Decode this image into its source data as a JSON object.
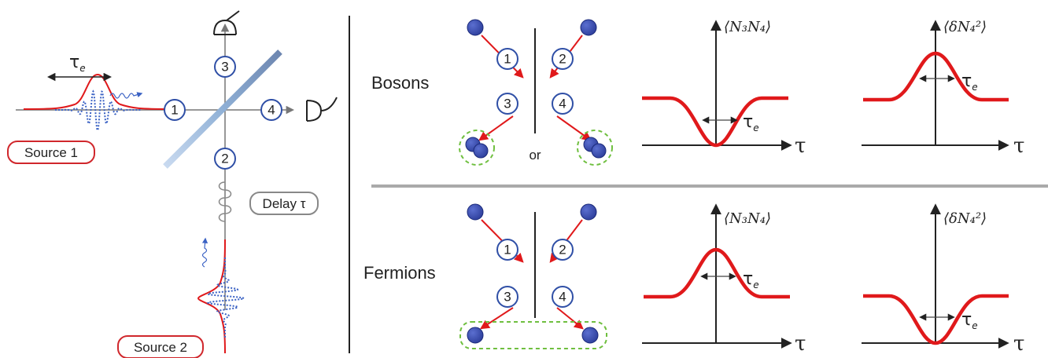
{
  "left_panel": {
    "tau_e_label": "τ",
    "tau_e_sub": "e",
    "source1_label": "Source 1",
    "source2_label": "Source 2",
    "delay_label": "Delay τ",
    "ports": [
      "1",
      "2",
      "3",
      "4"
    ]
  },
  "right_panel": {
    "rows": [
      {
        "name": "Bosons",
        "ports": [
          "1",
          "2",
          "3",
          "4"
        ],
        "or_label": "or",
        "plot1": {
          "ylabel": "⟨N₃N₄⟩",
          "xlabel": "τ",
          "width_label": "τ",
          "width_sub": "e",
          "shape": "dip"
        },
        "plot2": {
          "ylabel": "⟨δN₄²⟩",
          "xlabel": "τ",
          "width_label": "τ",
          "width_sub": "e",
          "shape": "peak"
        }
      },
      {
        "name": "Fermions",
        "ports": [
          "1",
          "2",
          "3",
          "4"
        ],
        "plot1": {
          "ylabel": "⟨N₃N₄⟩",
          "xlabel": "τ",
          "width_label": "τ",
          "width_sub": "e",
          "shape": "peak"
        },
        "plot2": {
          "ylabel": "⟨δN₄²⟩",
          "xlabel": "τ",
          "width_label": "τ",
          "width_sub": "e",
          "shape": "dip"
        }
      }
    ]
  },
  "colors": {
    "particle": "#3d4fb5",
    "particle_stroke": "#1b2a7a",
    "curve": "#e0191b",
    "arrow": "#e0191b",
    "wave": "#3b62c4",
    "splitter": "#8fb0d6",
    "dash_group": "#6fbf3f",
    "rounded_box_stroke": "#d0272c"
  }
}
